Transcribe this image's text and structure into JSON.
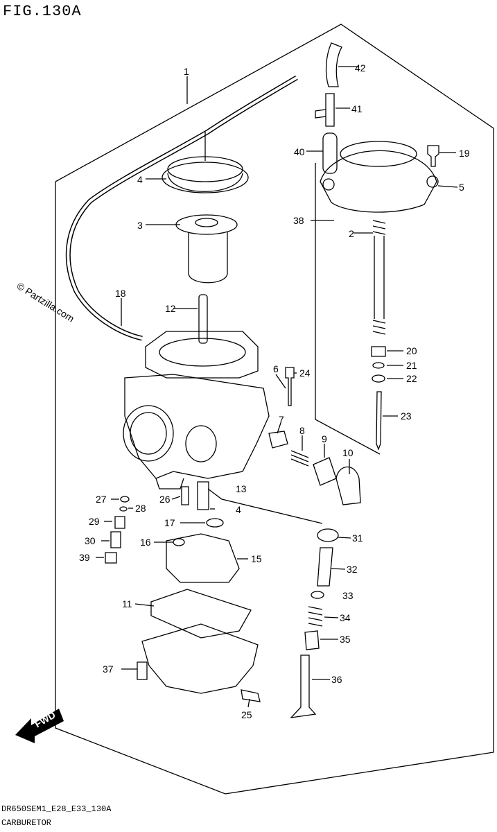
{
  "figure_title": "FIG.130A",
  "watermark": "© Partzilla.com",
  "footer": {
    "code": "DR650SEM1_E28_E33_130A",
    "name": "CARBURETOR"
  },
  "fwd_label": "FWD",
  "callouts": [
    "1",
    "2",
    "3",
    "4",
    "4",
    "5",
    "6",
    "7",
    "8",
    "9",
    "10",
    "11",
    "12",
    "13",
    "15",
    "16",
    "17",
    "18",
    "19",
    "20",
    "21",
    "22",
    "23",
    "24",
    "25",
    "26",
    "27",
    "28",
    "29",
    "30",
    "31",
    "32",
    "33",
    "34",
    "35",
    "36",
    "37",
    "39",
    "38",
    "40",
    "41",
    "42"
  ]
}
